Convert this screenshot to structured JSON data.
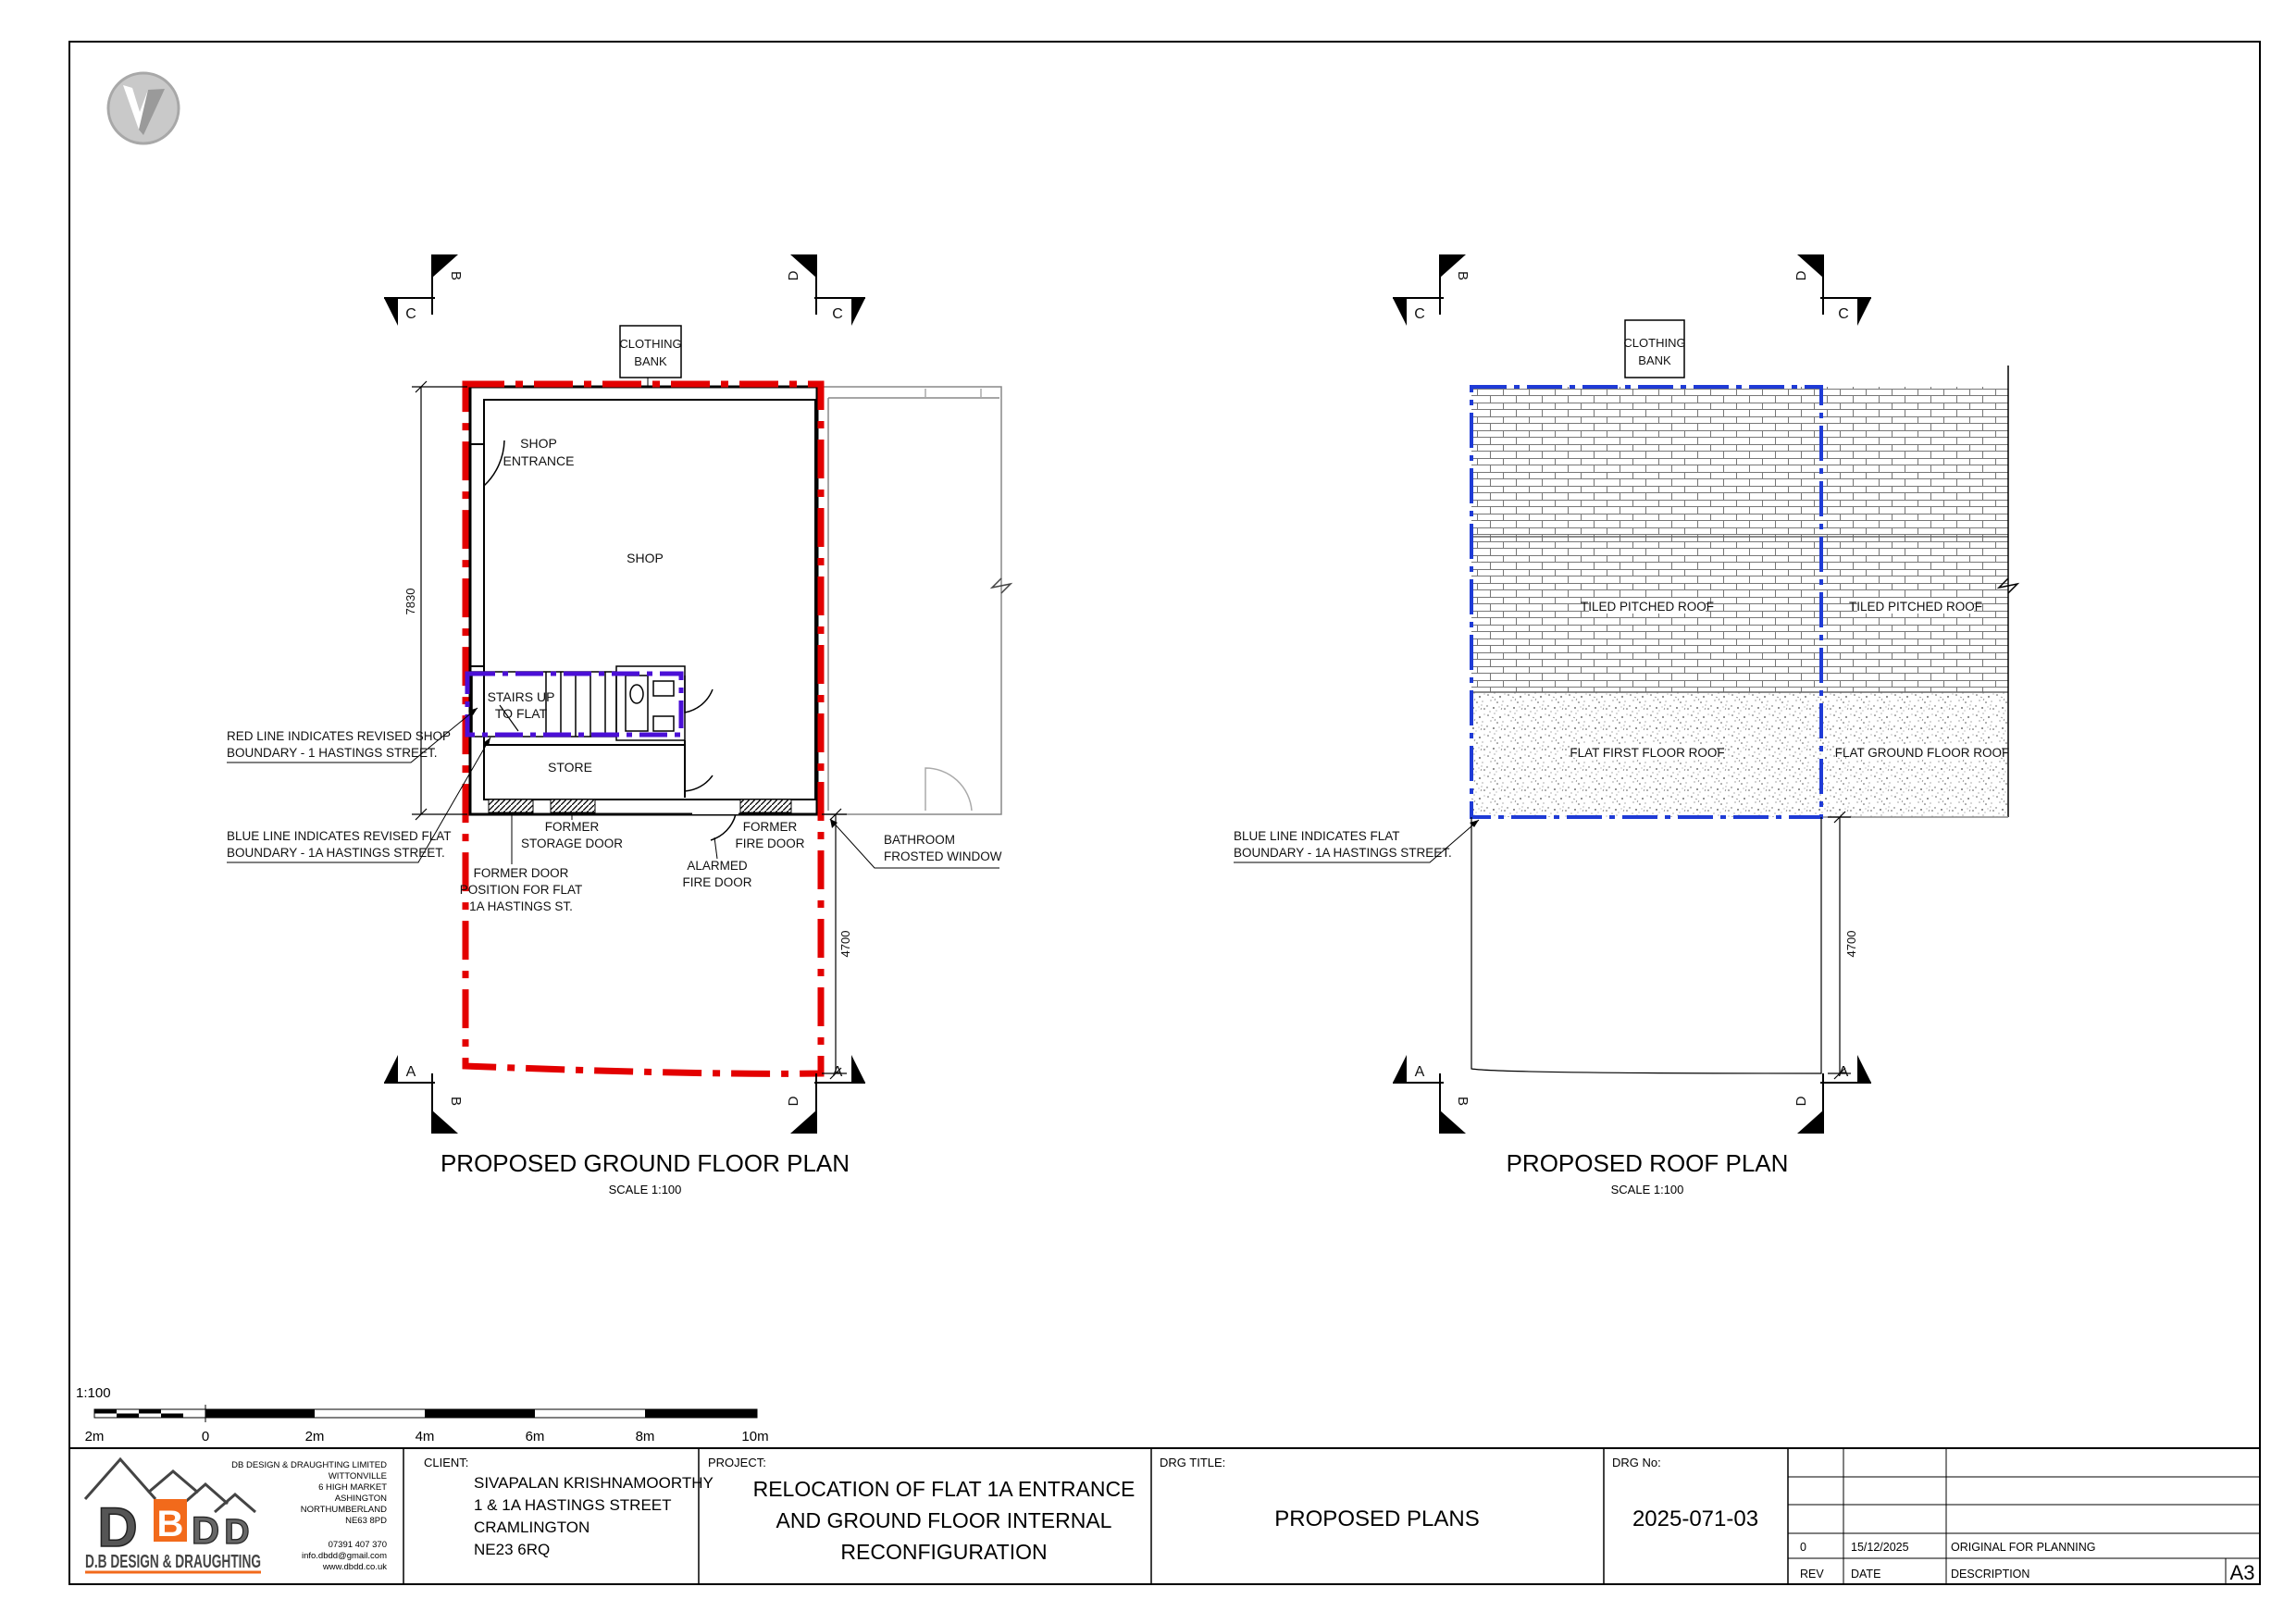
{
  "colors": {
    "shop_boundary": "#e30000",
    "flat_boundary_ground": "#4b0fd6",
    "flat_boundary_roof": "#1f3bd6",
    "wall": "#000000",
    "gray_logo": "#bdbdbd",
    "logo_orange": "#f26a1b"
  },
  "section_markers": {
    "b": "B",
    "c": "C",
    "d": "D",
    "a": "A"
  },
  "ground_plan": {
    "title": "PROPOSED GROUND FLOOR PLAN",
    "scale": "SCALE 1:100",
    "clothing_bank": [
      "CLOTHING",
      "BANK"
    ],
    "shop_entrance": [
      "SHOP",
      "ENTRANCE"
    ],
    "shop": "SHOP",
    "stairs": [
      "STAIRS UP",
      "TO FLAT"
    ],
    "store": "STORE",
    "dim_height": "7830",
    "dim_lower": "4700",
    "former_storage_door": [
      "FORMER",
      "STORAGE DOOR"
    ],
    "former_fire_door": [
      "FORMER",
      "FIRE DOOR"
    ],
    "alarmed_fire_door": [
      "ALARMED",
      "FIRE DOOR"
    ],
    "bathroom_window": [
      "BATHROOM",
      "FROSTED WINDOW"
    ],
    "former_door_position": [
      "FORMER DOOR",
      "POSITION FOR FLAT",
      "1A HASTINGS ST."
    ],
    "red_line_note": [
      "RED LINE INDICATES REVISED SHOP",
      "BOUNDARY - 1 HASTINGS STREET."
    ],
    "blue_line_note": [
      "BLUE LINE INDICATES REVISED FLAT",
      "BOUNDARY - 1A HASTINGS STREET."
    ]
  },
  "roof_plan": {
    "title": "PROPOSED ROOF PLAN",
    "scale": "SCALE 1:100",
    "clothing_bank": [
      "CLOTHING",
      "BANK"
    ],
    "tiled_roof_left": "TILED PITCHED ROOF",
    "tiled_roof_right": "TILED PITCHED ROOF",
    "flat_first_floor_roof": "FLAT FIRST FLOOR ROOF",
    "flat_ground_floor_roof": "FLAT GROUND FLOOR ROOF",
    "dim_lower": "4700",
    "blue_line_note": [
      "BLUE LINE INDICATES FLAT",
      "BOUNDARY - 1A HASTINGS STREET."
    ]
  },
  "scale_bar": {
    "ratio": "1:100",
    "labels": [
      "2m",
      "0",
      "2m",
      "4m",
      "6m",
      "8m",
      "10m"
    ]
  },
  "title_block": {
    "company": [
      "DB DESIGN & DRAUGHTING LIMITED",
      "WITTONVILLE",
      "6 HIGH MARKET",
      "ASHINGTON",
      "NORTHUMBERLAND",
      "NE63 8PD",
      "",
      "07391 407 370",
      "info.dbdd@gmail.com",
      "www.dbdd.co.uk"
    ],
    "logo_letters": [
      "D",
      "B",
      "D",
      "D"
    ],
    "logo_caption": "D.B DESIGN & DRAUGHTING",
    "client_label": "CLIENT:",
    "client": [
      "SIVAPALAN KRISHNAMOORTHY",
      "1 & 1A HASTINGS STREET",
      "CRAMLINGTON",
      "NE23 6RQ"
    ],
    "project_label": "PROJECT:",
    "project": [
      "RELOCATION OF FLAT 1A ENTRANCE",
      "AND GROUND FLOOR INTERNAL",
      "RECONFIGURATION"
    ],
    "drg_title_label": "DRG TITLE:",
    "drg_title": "PROPOSED PLANS",
    "drg_no_label": "DRG No:",
    "drg_no": "2025-071-03",
    "revision_row": {
      "rev": "0",
      "date": "15/12/2025",
      "description": "ORIGINAL FOR PLANNING"
    },
    "rev_header": "REV",
    "date_header": "DATE",
    "description_header": "DESCRIPTION",
    "sheet_size": "A3"
  }
}
